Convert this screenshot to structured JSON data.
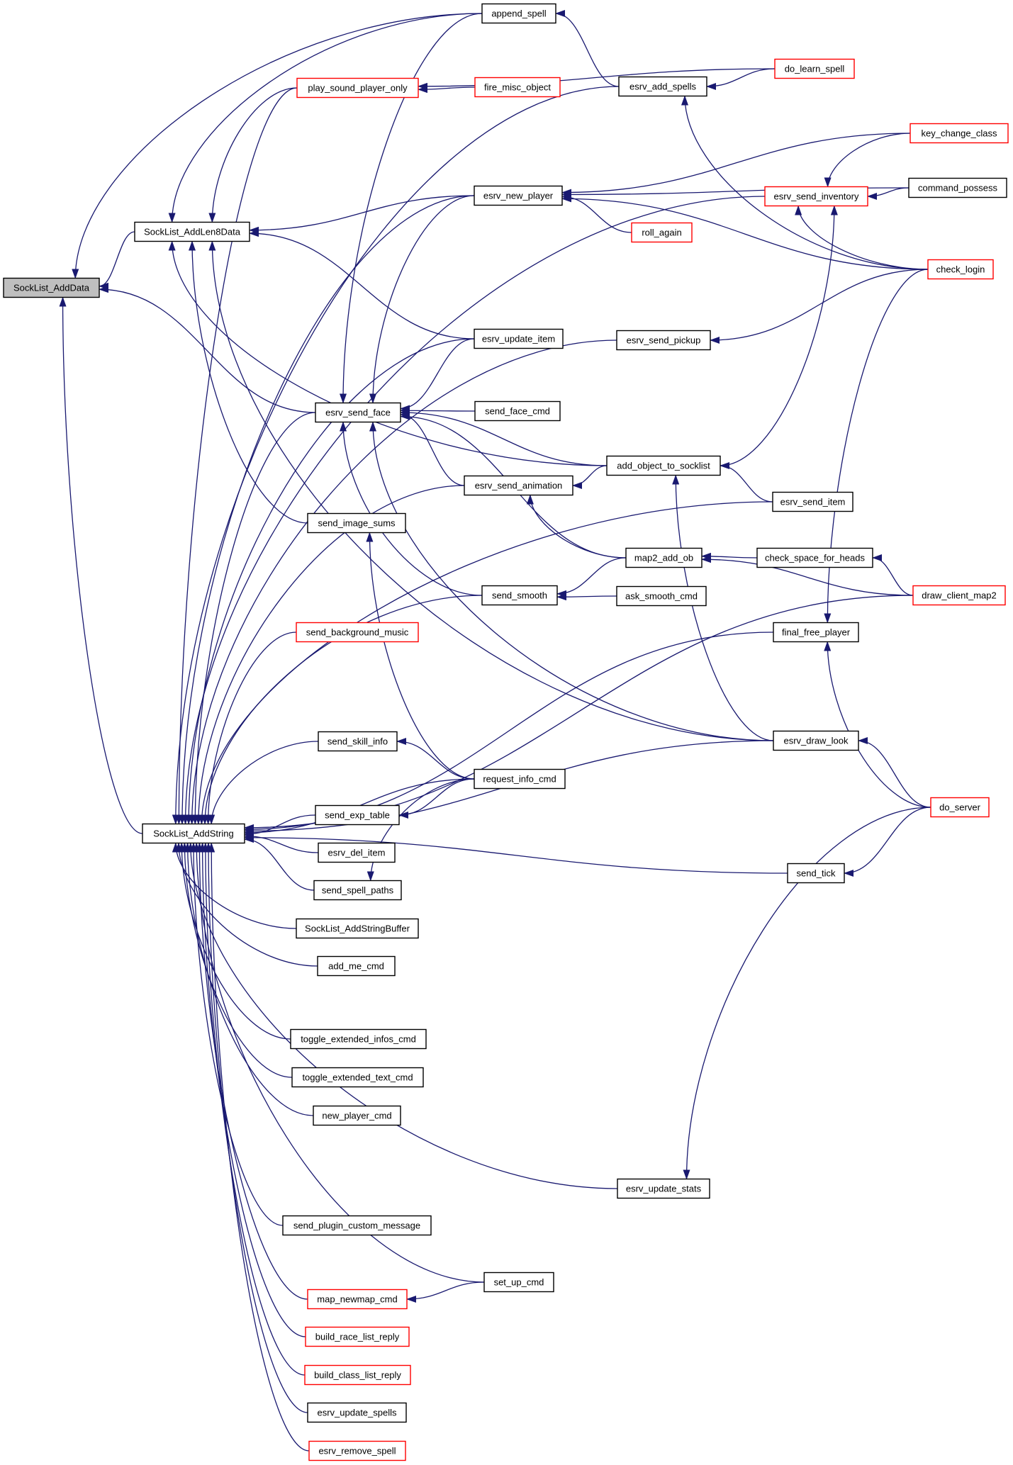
{
  "colors": {
    "edge": "#191970",
    "border_default": "#000000",
    "border_truncated": "#ff0000",
    "root_fill": "#bfbfbf",
    "node_fill": "#ffffff"
  },
  "nodes": [
    {
      "id": "SockList_AddData",
      "label": "SockList_AddData",
      "style": "root"
    },
    {
      "id": "SockList_AddLen8Data",
      "label": "SockList_AddLen8Data",
      "style": "default"
    },
    {
      "id": "SockList_AddString",
      "label": "SockList_AddString",
      "style": "default"
    },
    {
      "id": "append_spell",
      "label": "append_spell",
      "style": "default"
    },
    {
      "id": "esrv_add_spells",
      "label": "esrv_add_spells",
      "style": "default"
    },
    {
      "id": "do_learn_spell",
      "label": "do_learn_spell",
      "style": "truncated"
    },
    {
      "id": "play_sound_player_only",
      "label": "play_sound_player_only",
      "style": "truncated"
    },
    {
      "id": "fire_misc_object",
      "label": "fire_misc_object",
      "style": "truncated"
    },
    {
      "id": "esrv_new_player",
      "label": "esrv_new_player",
      "style": "default"
    },
    {
      "id": "key_change_class",
      "label": "key_change_class",
      "style": "truncated"
    },
    {
      "id": "esrv_send_inventory",
      "label": "esrv_send_inventory",
      "style": "truncated"
    },
    {
      "id": "command_possess",
      "label": "command_possess",
      "style": "default"
    },
    {
      "id": "roll_again",
      "label": "roll_again",
      "style": "truncated"
    },
    {
      "id": "check_login",
      "label": "check_login",
      "style": "truncated"
    },
    {
      "id": "esrv_update_item",
      "label": "esrv_update_item",
      "style": "default"
    },
    {
      "id": "esrv_send_pickup",
      "label": "esrv_send_pickup",
      "style": "default"
    },
    {
      "id": "esrv_send_face",
      "label": "esrv_send_face",
      "style": "default"
    },
    {
      "id": "send_face_cmd",
      "label": "send_face_cmd",
      "style": "default"
    },
    {
      "id": "add_object_to_socklist",
      "label": "add_object_to_socklist",
      "style": "default"
    },
    {
      "id": "esrv_send_animation",
      "label": "esrv_send_animation",
      "style": "default"
    },
    {
      "id": "esrv_send_item",
      "label": "esrv_send_item",
      "style": "default"
    },
    {
      "id": "send_image_sums",
      "label": "send_image_sums",
      "style": "default"
    },
    {
      "id": "map2_add_ob",
      "label": "map2_add_ob",
      "style": "default"
    },
    {
      "id": "check_space_for_heads",
      "label": "check_space_for_heads",
      "style": "default"
    },
    {
      "id": "draw_client_map2",
      "label": "draw_client_map2",
      "style": "truncated"
    },
    {
      "id": "send_smooth",
      "label": "send_smooth",
      "style": "default"
    },
    {
      "id": "ask_smooth_cmd",
      "label": "ask_smooth_cmd",
      "style": "default"
    },
    {
      "id": "send_background_music",
      "label": "send_background_music",
      "style": "truncated"
    },
    {
      "id": "final_free_player",
      "label": "final_free_player",
      "style": "default"
    },
    {
      "id": "send_skill_info",
      "label": "send_skill_info",
      "style": "default"
    },
    {
      "id": "esrv_draw_look",
      "label": "esrv_draw_look",
      "style": "default"
    },
    {
      "id": "request_info_cmd",
      "label": "request_info_cmd",
      "style": "default"
    },
    {
      "id": "do_server",
      "label": "do_server",
      "style": "truncated"
    },
    {
      "id": "send_exp_table",
      "label": "send_exp_table",
      "style": "default"
    },
    {
      "id": "esrv_del_item",
      "label": "esrv_del_item",
      "style": "default"
    },
    {
      "id": "send_tick",
      "label": "send_tick",
      "style": "default"
    },
    {
      "id": "send_spell_paths",
      "label": "send_spell_paths",
      "style": "default"
    },
    {
      "id": "SockList_AddStringBuffer",
      "label": "SockList_AddStringBuffer",
      "style": "default"
    },
    {
      "id": "add_me_cmd",
      "label": "add_me_cmd",
      "style": "default"
    },
    {
      "id": "toggle_extended_infos_cmd",
      "label": "toggle_extended_infos_cmd",
      "style": "default"
    },
    {
      "id": "toggle_extended_text_cmd",
      "label": "toggle_extended_text_cmd",
      "style": "default"
    },
    {
      "id": "new_player_cmd",
      "label": "new_player_cmd",
      "style": "default"
    },
    {
      "id": "esrv_update_stats",
      "label": "esrv_update_stats",
      "style": "default"
    },
    {
      "id": "send_plugin_custom_message",
      "label": "send_plugin_custom_message",
      "style": "default"
    },
    {
      "id": "set_up_cmd",
      "label": "set_up_cmd",
      "style": "default"
    },
    {
      "id": "map_newmap_cmd",
      "label": "map_newmap_cmd",
      "style": "truncated"
    },
    {
      "id": "build_race_list_reply",
      "label": "build_race_list_reply",
      "style": "truncated"
    },
    {
      "id": "build_class_list_reply",
      "label": "build_class_list_reply",
      "style": "truncated"
    },
    {
      "id": "esrv_update_spells",
      "label": "esrv_update_spells",
      "style": "default"
    },
    {
      "id": "esrv_remove_spell",
      "label": "esrv_remove_spell",
      "style": "truncated"
    }
  ],
  "edges": [
    {
      "from": "append_spell",
      "to": "SockList_AddData"
    },
    {
      "from": "SockList_AddLen8Data",
      "to": "SockList_AddData"
    },
    {
      "from": "esrv_send_face",
      "to": "SockList_AddData"
    },
    {
      "from": "SockList_AddString",
      "to": "SockList_AddData"
    },
    {
      "from": "append_spell",
      "to": "SockList_AddLen8Data"
    },
    {
      "from": "play_sound_player_only",
      "to": "SockList_AddLen8Data"
    },
    {
      "from": "esrv_new_player",
      "to": "SockList_AddLen8Data"
    },
    {
      "from": "esrv_update_item",
      "to": "SockList_AddLen8Data"
    },
    {
      "from": "add_object_to_socklist",
      "to": "SockList_AddLen8Data"
    },
    {
      "from": "send_image_sums",
      "to": "SockList_AddLen8Data"
    },
    {
      "from": "esrv_draw_look",
      "to": "SockList_AddLen8Data"
    },
    {
      "from": "esrv_add_spells",
      "to": "append_spell"
    },
    {
      "from": "do_learn_spell",
      "to": "esrv_add_spells"
    },
    {
      "from": "check_login",
      "to": "esrv_add_spells"
    },
    {
      "from": "fire_misc_object",
      "to": "play_sound_player_only"
    },
    {
      "from": "do_learn_spell",
      "to": "play_sound_player_only"
    },
    {
      "from": "key_change_class",
      "to": "esrv_new_player"
    },
    {
      "from": "command_possess",
      "to": "esrv_new_player"
    },
    {
      "from": "roll_again",
      "to": "esrv_new_player"
    },
    {
      "from": "check_login",
      "to": "esrv_new_player"
    },
    {
      "from": "key_change_class",
      "to": "esrv_send_inventory"
    },
    {
      "from": "command_possess",
      "to": "esrv_send_inventory"
    },
    {
      "from": "check_login",
      "to": "esrv_send_inventory"
    },
    {
      "from": "add_object_to_socklist",
      "to": "esrv_send_inventory"
    },
    {
      "from": "check_login",
      "to": "esrv_send_pickup"
    },
    {
      "from": "append_spell",
      "to": "esrv_send_face"
    },
    {
      "from": "esrv_new_player",
      "to": "esrv_send_face"
    },
    {
      "from": "esrv_update_item",
      "to": "esrv_send_face"
    },
    {
      "from": "send_face_cmd",
      "to": "esrv_send_face"
    },
    {
      "from": "add_object_to_socklist",
      "to": "esrv_send_face"
    },
    {
      "from": "esrv_send_animation",
      "to": "esrv_send_face"
    },
    {
      "from": "map2_add_ob",
      "to": "esrv_send_face"
    },
    {
      "from": "send_smooth",
      "to": "esrv_send_face"
    },
    {
      "from": "esrv_draw_look",
      "to": "esrv_send_face"
    },
    {
      "from": "esrv_send_item",
      "to": "add_object_to_socklist"
    },
    {
      "from": "esrv_draw_look",
      "to": "add_object_to_socklist"
    },
    {
      "from": "add_object_to_socklist",
      "to": "esrv_send_animation"
    },
    {
      "from": "map2_add_ob",
      "to": "esrv_send_animation"
    },
    {
      "from": "check_space_for_heads",
      "to": "map2_add_ob"
    },
    {
      "from": "draw_client_map2",
      "to": "map2_add_ob"
    },
    {
      "from": "draw_client_map2",
      "to": "check_space_for_heads"
    },
    {
      "from": "map2_add_ob",
      "to": "send_smooth"
    },
    {
      "from": "ask_smooth_cmd",
      "to": "send_smooth"
    },
    {
      "from": "check_login",
      "to": "final_free_player"
    },
    {
      "from": "do_server",
      "to": "final_free_player"
    },
    {
      "from": "do_server",
      "to": "esrv_draw_look"
    },
    {
      "from": "request_info_cmd",
      "to": "send_skill_info"
    },
    {
      "from": "request_info_cmd",
      "to": "send_exp_table"
    },
    {
      "from": "request_info_cmd",
      "to": "send_spell_paths"
    },
    {
      "from": "request_info_cmd",
      "to": "send_image_sums"
    },
    {
      "from": "do_server",
      "to": "send_tick"
    },
    {
      "from": "do_server",
      "to": "esrv_update_stats"
    },
    {
      "from": "set_up_cmd",
      "to": "map_newmap_cmd"
    },
    {
      "from": "play_sound_player_only",
      "to": "SockList_AddString"
    },
    {
      "from": "esrv_add_spells",
      "to": "SockList_AddString"
    },
    {
      "from": "esrv_new_player",
      "to": "SockList_AddString"
    },
    {
      "from": "esrv_send_inventory",
      "to": "SockList_AddString"
    },
    {
      "from": "esrv_update_item",
      "to": "SockList_AddString"
    },
    {
      "from": "esrv_send_pickup",
      "to": "SockList_AddString"
    },
    {
      "from": "esrv_send_face",
      "to": "SockList_AddString"
    },
    {
      "from": "esrv_send_animation",
      "to": "SockList_AddString"
    },
    {
      "from": "esrv_send_item",
      "to": "SockList_AddString"
    },
    {
      "from": "final_free_player",
      "to": "SockList_AddString"
    },
    {
      "from": "send_smooth",
      "to": "SockList_AddString"
    },
    {
      "from": "draw_client_map2",
      "to": "SockList_AddString"
    },
    {
      "from": "send_background_music",
      "to": "SockList_AddString"
    },
    {
      "from": "send_skill_info",
      "to": "SockList_AddString"
    },
    {
      "from": "request_info_cmd",
      "to": "SockList_AddString"
    },
    {
      "from": "send_exp_table",
      "to": "SockList_AddString"
    },
    {
      "from": "esrv_del_item",
      "to": "SockList_AddString"
    },
    {
      "from": "send_spell_paths",
      "to": "SockList_AddString"
    },
    {
      "from": "SockList_AddStringBuffer",
      "to": "SockList_AddString"
    },
    {
      "from": "add_me_cmd",
      "to": "SockList_AddString"
    },
    {
      "from": "esrv_draw_look",
      "to": "SockList_AddString"
    },
    {
      "from": "toggle_extended_infos_cmd",
      "to": "SockList_AddString"
    },
    {
      "from": "toggle_extended_text_cmd",
      "to": "SockList_AddString"
    },
    {
      "from": "new_player_cmd",
      "to": "SockList_AddString"
    },
    {
      "from": "send_tick",
      "to": "SockList_AddString"
    },
    {
      "from": "esrv_update_stats",
      "to": "SockList_AddString"
    },
    {
      "from": "send_plugin_custom_message",
      "to": "SockList_AddString"
    },
    {
      "from": "set_up_cmd",
      "to": "SockList_AddString"
    },
    {
      "from": "map_newmap_cmd",
      "to": "SockList_AddString"
    },
    {
      "from": "build_race_list_reply",
      "to": "SockList_AddString"
    },
    {
      "from": "build_class_list_reply",
      "to": "SockList_AddString"
    },
    {
      "from": "esrv_update_spells",
      "to": "SockList_AddString"
    },
    {
      "from": "esrv_remove_spell",
      "to": "SockList_AddString"
    }
  ]
}
